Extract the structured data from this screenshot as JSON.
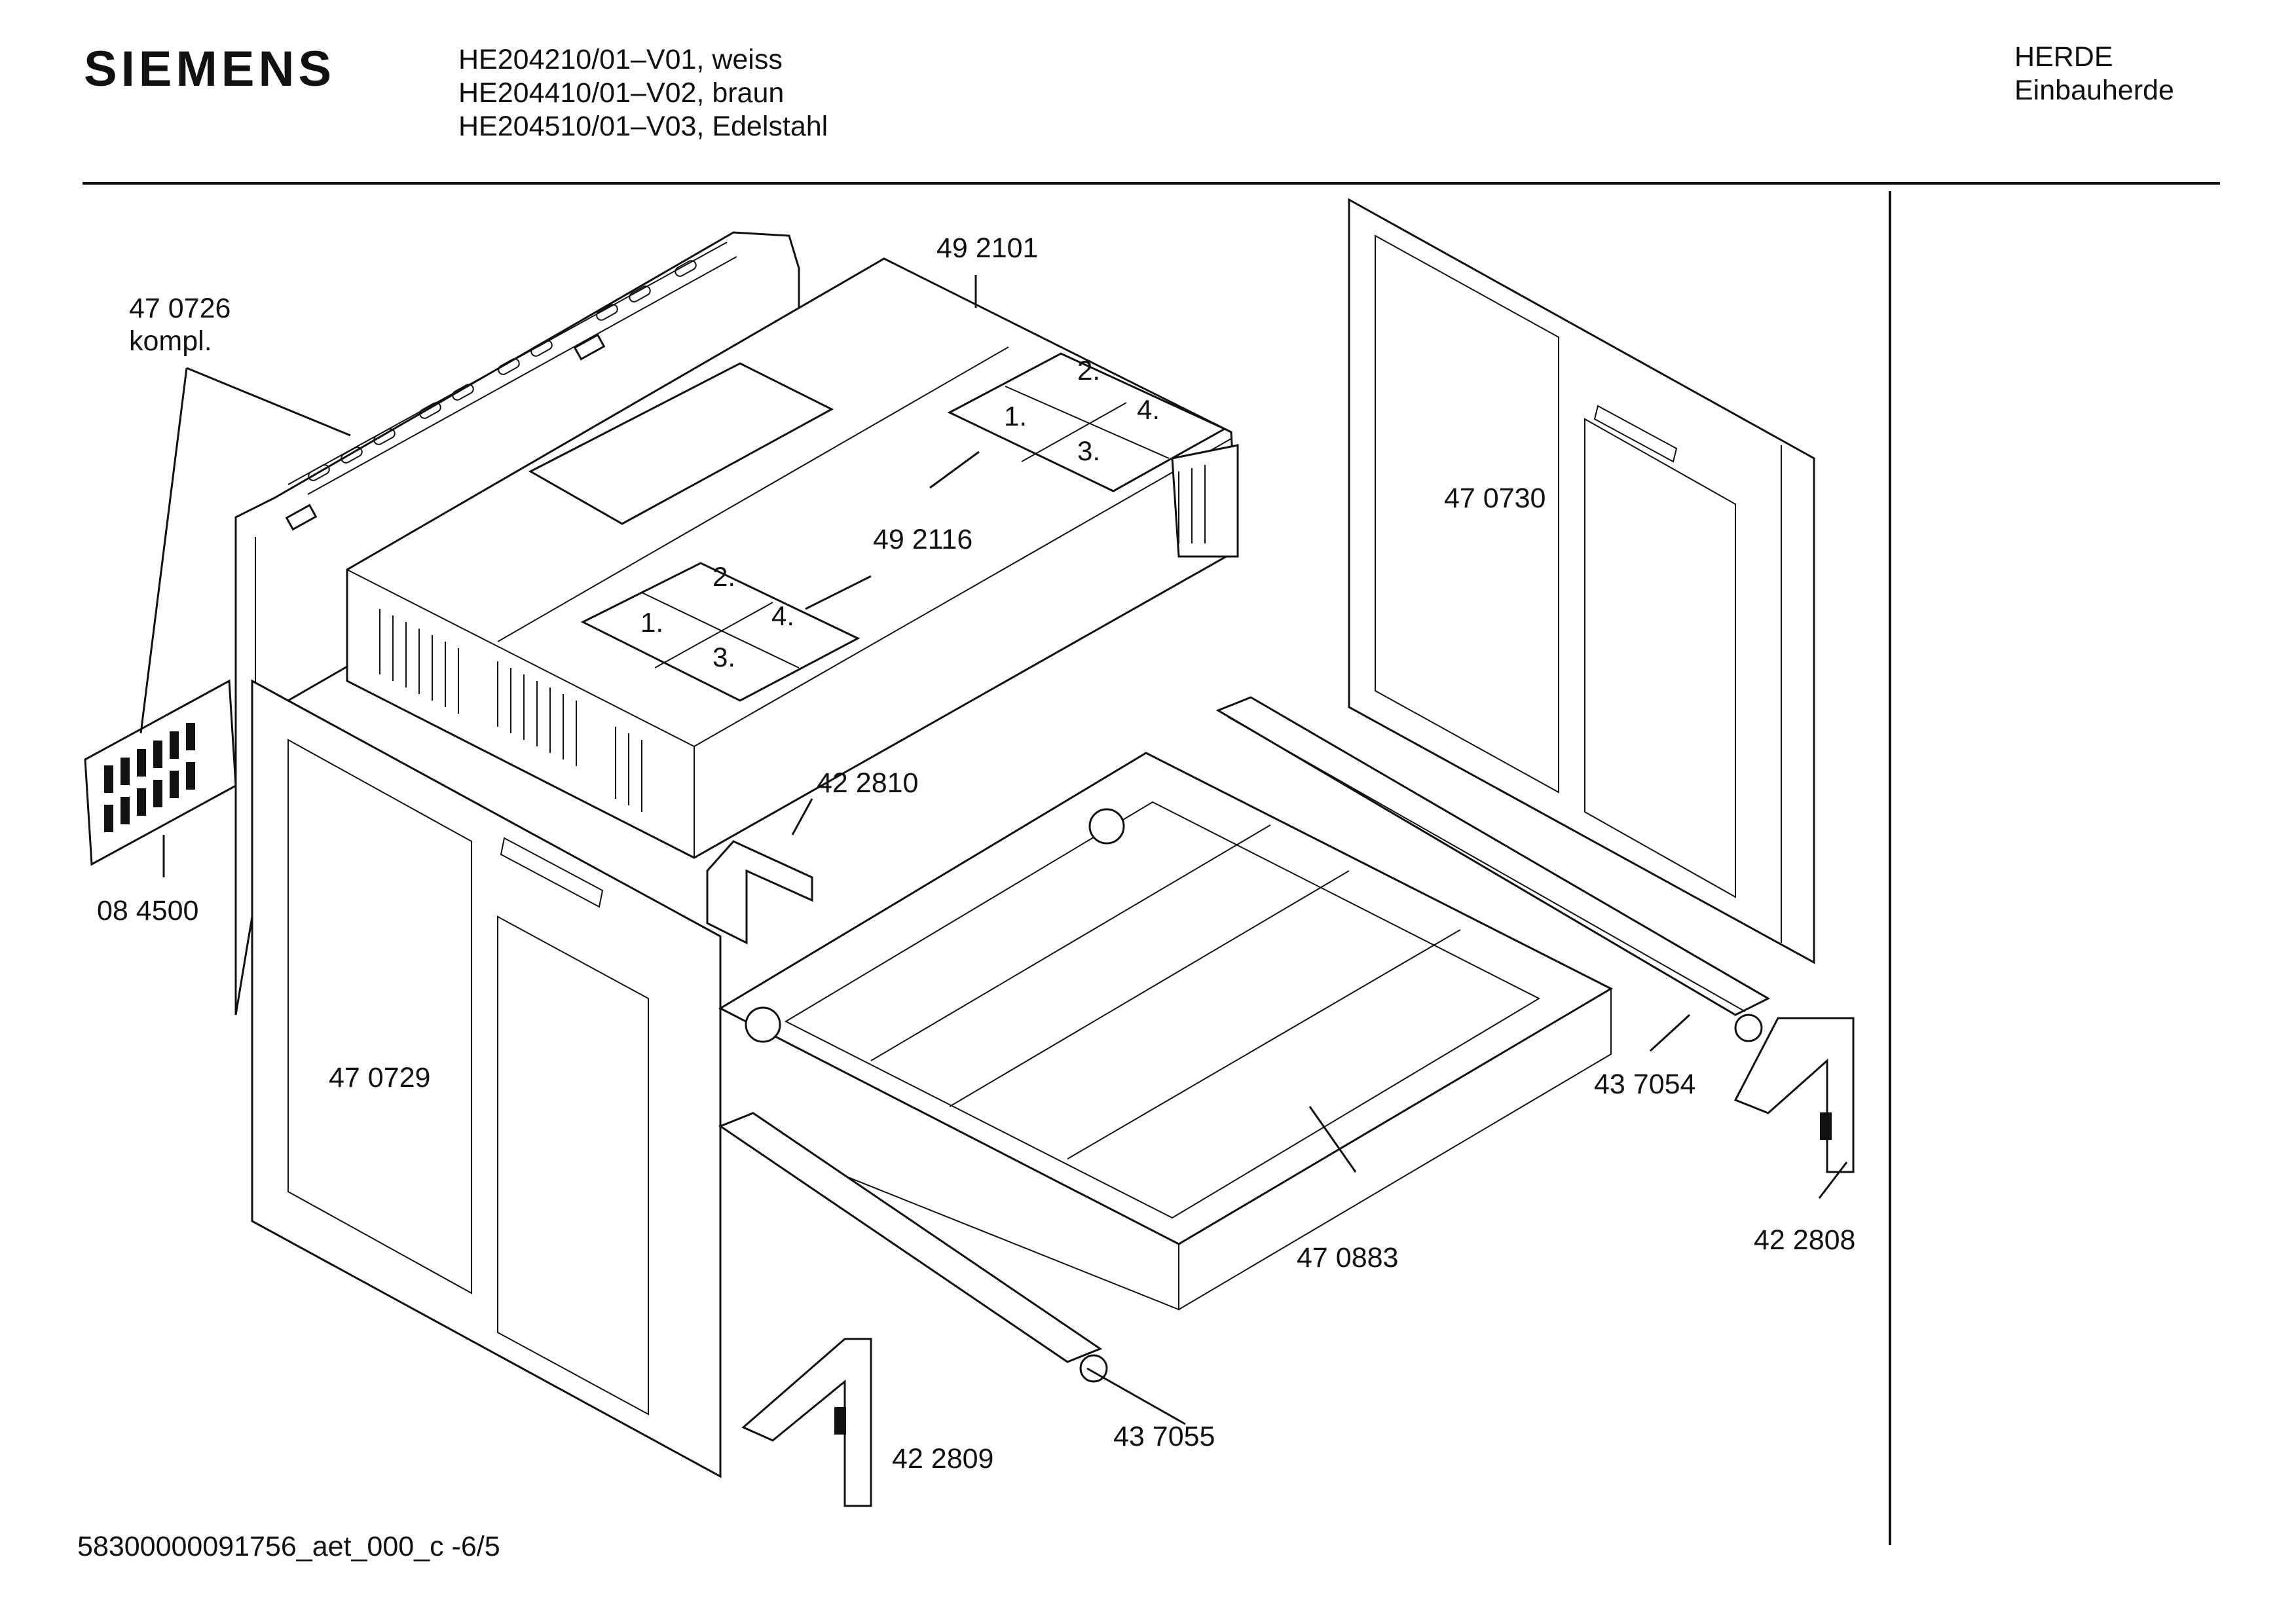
{
  "header": {
    "brand": "SIEMENS",
    "models": [
      "HE204210/01–V01, weiss",
      "HE204410/01–V02, braun",
      "HE204510/01–V03, Edelstahl"
    ],
    "category_line1": "HERDE",
    "category_line2": "Einbauherde"
  },
  "footer": {
    "doc_id": "58300000091756_aet_000_c  -6/5"
  },
  "parts": {
    "p470726": "47 0726",
    "p470726_note": "kompl.",
    "p492101": "49 2101",
    "p492116": "49 2116",
    "p470730": "47 0730",
    "p422810": "42 2810",
    "p084500": "08 4500",
    "p470729": "47 0729",
    "p437054": "43 7054",
    "p422808": "42 2808",
    "p470883": "47 0883",
    "p437055": "43 7055",
    "p422809": "42 2809"
  },
  "steps": {
    "s1": "1.",
    "s2": "2.",
    "s3": "3.",
    "s4": "4."
  }
}
